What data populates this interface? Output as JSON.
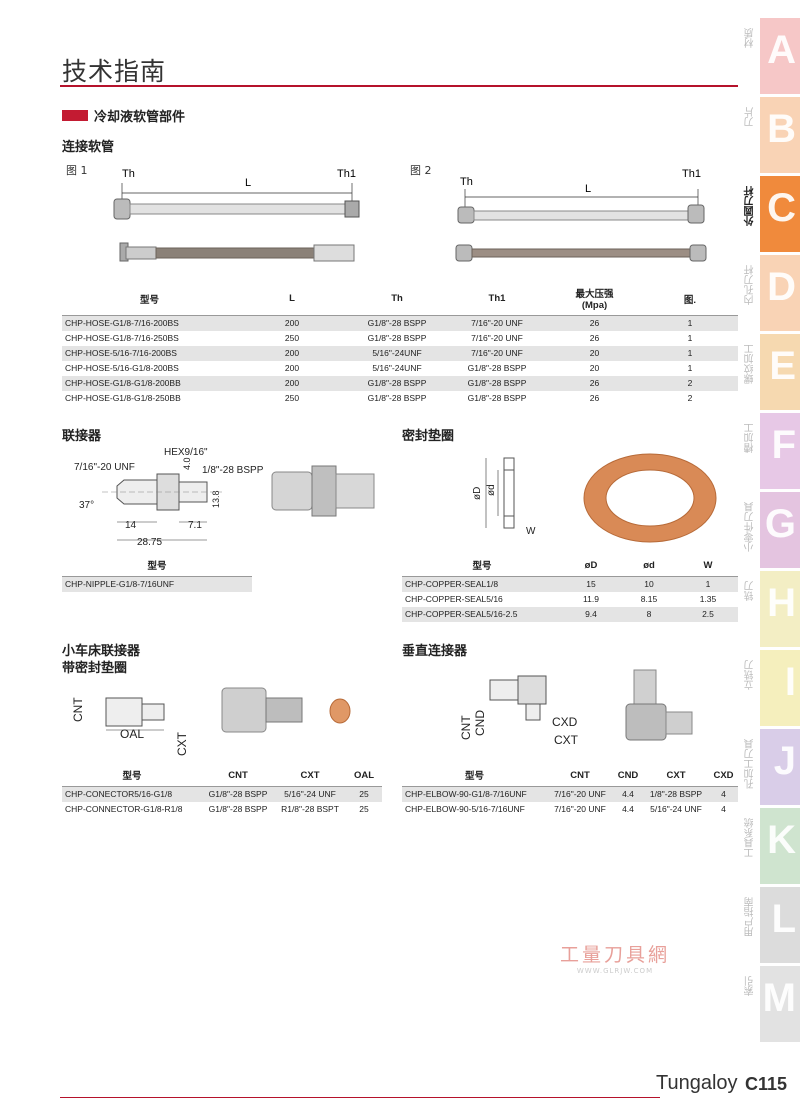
{
  "page": {
    "title": "技术指南",
    "brand": "Tungaloy",
    "page_number": "C115"
  },
  "section": {
    "title": "冷却液软管部件"
  },
  "hose": {
    "title": "连接软管",
    "fig1_label": "图 1",
    "fig2_label": "图 2",
    "dim_th": "Th",
    "dim_l": "L",
    "dim_th1": "Th1",
    "headers": [
      "型号",
      "L",
      "Th",
      "Th1",
      "最大压强\n(Mpa)",
      "图."
    ],
    "rows": [
      [
        "CHP-HOSE-G1/8-7/16-200BS",
        "200",
        "G1/8\"-28 BSPP",
        "7/16\"-20 UNF",
        "26",
        "1"
      ],
      [
        "CHP-HOSE-G1/8-7/16-250BS",
        "250",
        "G1/8\"-28 BSPP",
        "7/16\"-20 UNF",
        "26",
        "1"
      ],
      [
        "CHP-HOSE-5/16-7/16-200BS",
        "200",
        "5/16\"-24UNF",
        "7/16\"-20 UNF",
        "20",
        "1"
      ],
      [
        "CHP-HOSE-5/16-G1/8-200BS",
        "200",
        "5/16\"-24UNF",
        "G1/8\"-28 BSPP",
        "20",
        "1"
      ],
      [
        "CHP-HOSE-G1/8-G1/8-200BB",
        "200",
        "G1/8\"-28 BSPP",
        "G1/8\"-28 BSPP",
        "26",
        "2"
      ],
      [
        "CHP-HOSE-G1/8-G1/8-250BB",
        "250",
        "G1/8\"-28 BSPP",
        "G1/8\"-28 BSPP",
        "26",
        "2"
      ]
    ]
  },
  "nipple": {
    "title": "联接器",
    "dim_hex": "HEX9/16\"",
    "dim_unf": "7/16\"-20 UNF",
    "dim_bspp": "1/8\"-28 BSPP",
    "dim_angle": "37°",
    "dim_40": "4.0",
    "dim_138": "13.8",
    "dim_14": "14",
    "dim_71": "7.1",
    "dim_2875": "28.75",
    "header": "型号",
    "row": "CHP-NIPPLE-G1/8-7/16UNF"
  },
  "seal": {
    "title": "密封垫圈",
    "dim_D": "øD",
    "dim_d": "ød",
    "dim_W": "W",
    "headers": [
      "型号",
      "øD",
      "ød",
      "W"
    ],
    "rows": [
      [
        "CHP-COPPER-SEAL1/8",
        "15",
        "10",
        "1"
      ],
      [
        "CHP-COPPER-SEAL5/16",
        "11.9",
        "8.15",
        "1.35"
      ],
      [
        "CHP-COPPER-SEAL5/16-2.5",
        "9.4",
        "8",
        "2.5"
      ]
    ]
  },
  "connector": {
    "title_line1": "小车床联接器",
    "title_line2": "带密封垫圈",
    "dim_cnt": "CNT",
    "dim_oal": "OAL",
    "dim_cxt": "CXT",
    "headers": [
      "型号",
      "CNT",
      "CXT",
      "OAL"
    ],
    "rows": [
      [
        "CHP-CONECTOR5/16-G1/8",
        "G1/8\"-28 BSPP",
        "5/16\"-24 UNF",
        "25"
      ],
      [
        "CHP-CONNECTOR-G1/8-R1/8",
        "G1/8\"-28 BSPP",
        "R1/8\"-28 BSPT",
        "25"
      ]
    ]
  },
  "elbow": {
    "title": "垂直连接器",
    "dim_cnt": "CNT",
    "dim_cnd": "CND",
    "dim_cxd": "CXD",
    "dim_cxt": "CXT",
    "headers": [
      "型号",
      "CNT",
      "CND",
      "CXT",
      "CXD"
    ],
    "rows": [
      [
        "CHP-ELBOW-90-G1/8-7/16UNF",
        "7/16\"-20 UNF",
        "4.4",
        "1/8\"-28 BSPP",
        "4"
      ],
      [
        "CHP-ELBOW-90-5/16-7/16UNF",
        "7/16\"-20 UNF",
        "4.4",
        "5/16\"-24 UNF",
        "4"
      ]
    ]
  },
  "side_tabs": [
    {
      "letter": "A",
      "label": "材质",
      "color": "#f6c7c7",
      "active": false
    },
    {
      "letter": "B",
      "label": "刀片",
      "color": "#f9d3b5",
      "active": false
    },
    {
      "letter": "C",
      "label": "外圆刀杆",
      "color": "#f08a3c",
      "active": true
    },
    {
      "letter": "D",
      "label": "内孔刀杆",
      "color": "#f9d3b5",
      "active": false
    },
    {
      "letter": "E",
      "label": "螺纹加工",
      "color": "#f6d9b0",
      "active": false
    },
    {
      "letter": "F",
      "label": "槽加工",
      "color": "#e7c8e6",
      "active": false
    },
    {
      "letter": "G",
      "label": "小零件刀具",
      "color": "#e4c4e0",
      "active": false
    },
    {
      "letter": "H",
      "label": "铣刀",
      "color": "#f3eec4",
      "active": false
    },
    {
      "letter": "I",
      "label": "立铣刀",
      "color": "#f5efbd",
      "active": false
    },
    {
      "letter": "J",
      "label": "孔加工刀具",
      "color": "#d9cde8",
      "active": false
    },
    {
      "letter": "K",
      "label": "工具系统",
      "color": "#cfe4cf",
      "active": false
    },
    {
      "letter": "L",
      "label": "用户指南",
      "color": "#dcdcdc",
      "active": false
    },
    {
      "letter": "M",
      "label": "索引",
      "color": "#e2e2e2",
      "active": false
    }
  ],
  "watermark": {
    "text": "工量刀具網",
    "url": "WWW.GLRJW.COM"
  }
}
